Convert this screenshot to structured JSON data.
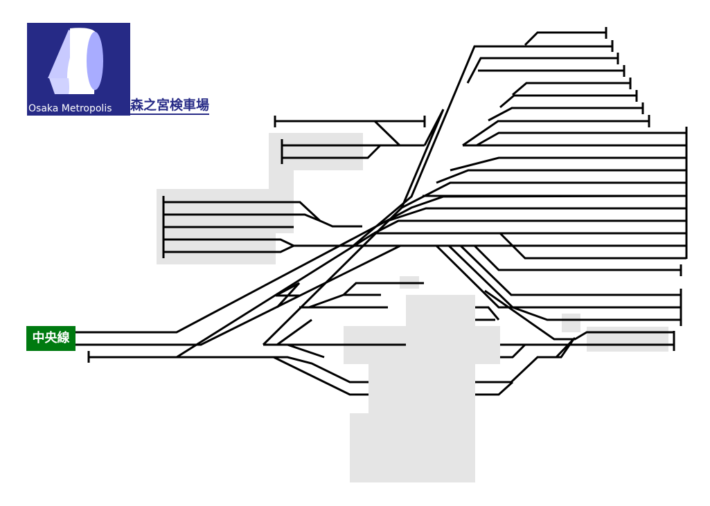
{
  "logo": {
    "brand_text": "Osaka Metropolis"
  },
  "header": {
    "title": "森之宮検車場"
  },
  "labels": {
    "line_name": "中央線"
  },
  "colors": {
    "brand": "#262a86",
    "line_label": "#007a10",
    "platform": "#e5e5e5"
  }
}
